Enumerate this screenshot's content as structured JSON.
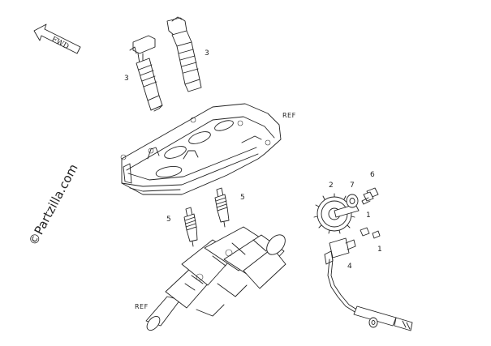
{
  "diagram": {
    "watermark": "©Partzilla.com",
    "fwd_label": "FWD",
    "ref_cover": "REF",
    "ref_crank": "REF",
    "callouts": {
      "coil_left": "3",
      "coil_right": "3",
      "plug_left": "5",
      "plug_right": "5",
      "gear": "2",
      "washer": "7",
      "bolt": "6",
      "bolt_qty_a": "1",
      "bolt_qty_b": "1",
      "sensor": "4"
    }
  }
}
